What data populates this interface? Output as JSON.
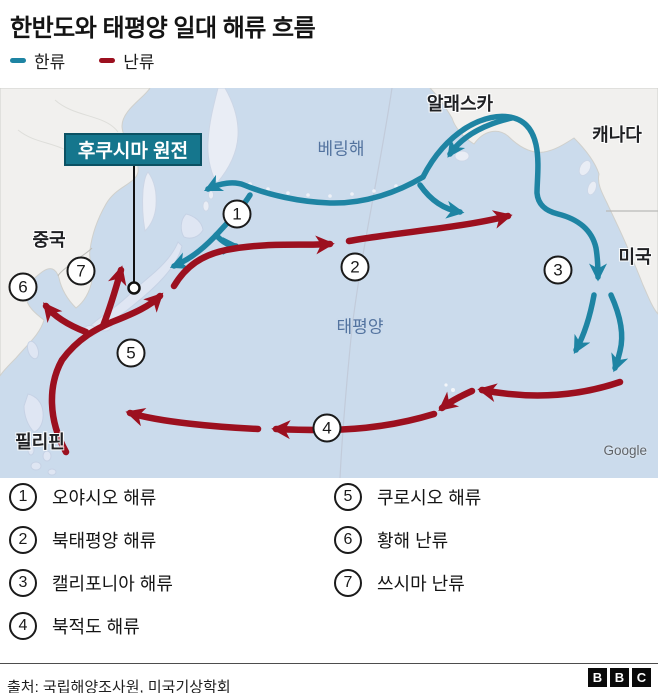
{
  "title": "한반도와 태평양 일대 해류 흐름",
  "legend": {
    "cold": "한류",
    "warm": "난류"
  },
  "colors": {
    "cold": "#1e84a3",
    "warm": "#9c101f",
    "ocean": "#cbdbec",
    "box": "#15768d"
  },
  "map": {
    "labels": {
      "alaska": "알래스카",
      "canada": "캐나다",
      "bering_sea": "베링해",
      "usa": "미국",
      "china": "중국",
      "pacific_ocean": "태평양",
      "philippines": "필리핀"
    },
    "fukushima_label": "후쿠시마 원전",
    "watermark": "Google",
    "badges": [
      "1",
      "2",
      "3",
      "4",
      "5",
      "6",
      "7"
    ]
  },
  "currents": [
    {
      "num": "1",
      "label": "오야시오 해류"
    },
    {
      "num": "2",
      "label": "북태평양 해류"
    },
    {
      "num": "3",
      "label": "캘리포니아 해류"
    },
    {
      "num": "4",
      "label": "북적도 해류"
    },
    {
      "num": "5",
      "label": "쿠로시오 해류"
    },
    {
      "num": "6",
      "label": "황해 난류"
    },
    {
      "num": "7",
      "label": "쓰시마 난류"
    }
  ],
  "footer": {
    "source": "출처: 국립해양조사원, 미국기상학회",
    "logo": [
      "B",
      "B",
      "C"
    ]
  }
}
